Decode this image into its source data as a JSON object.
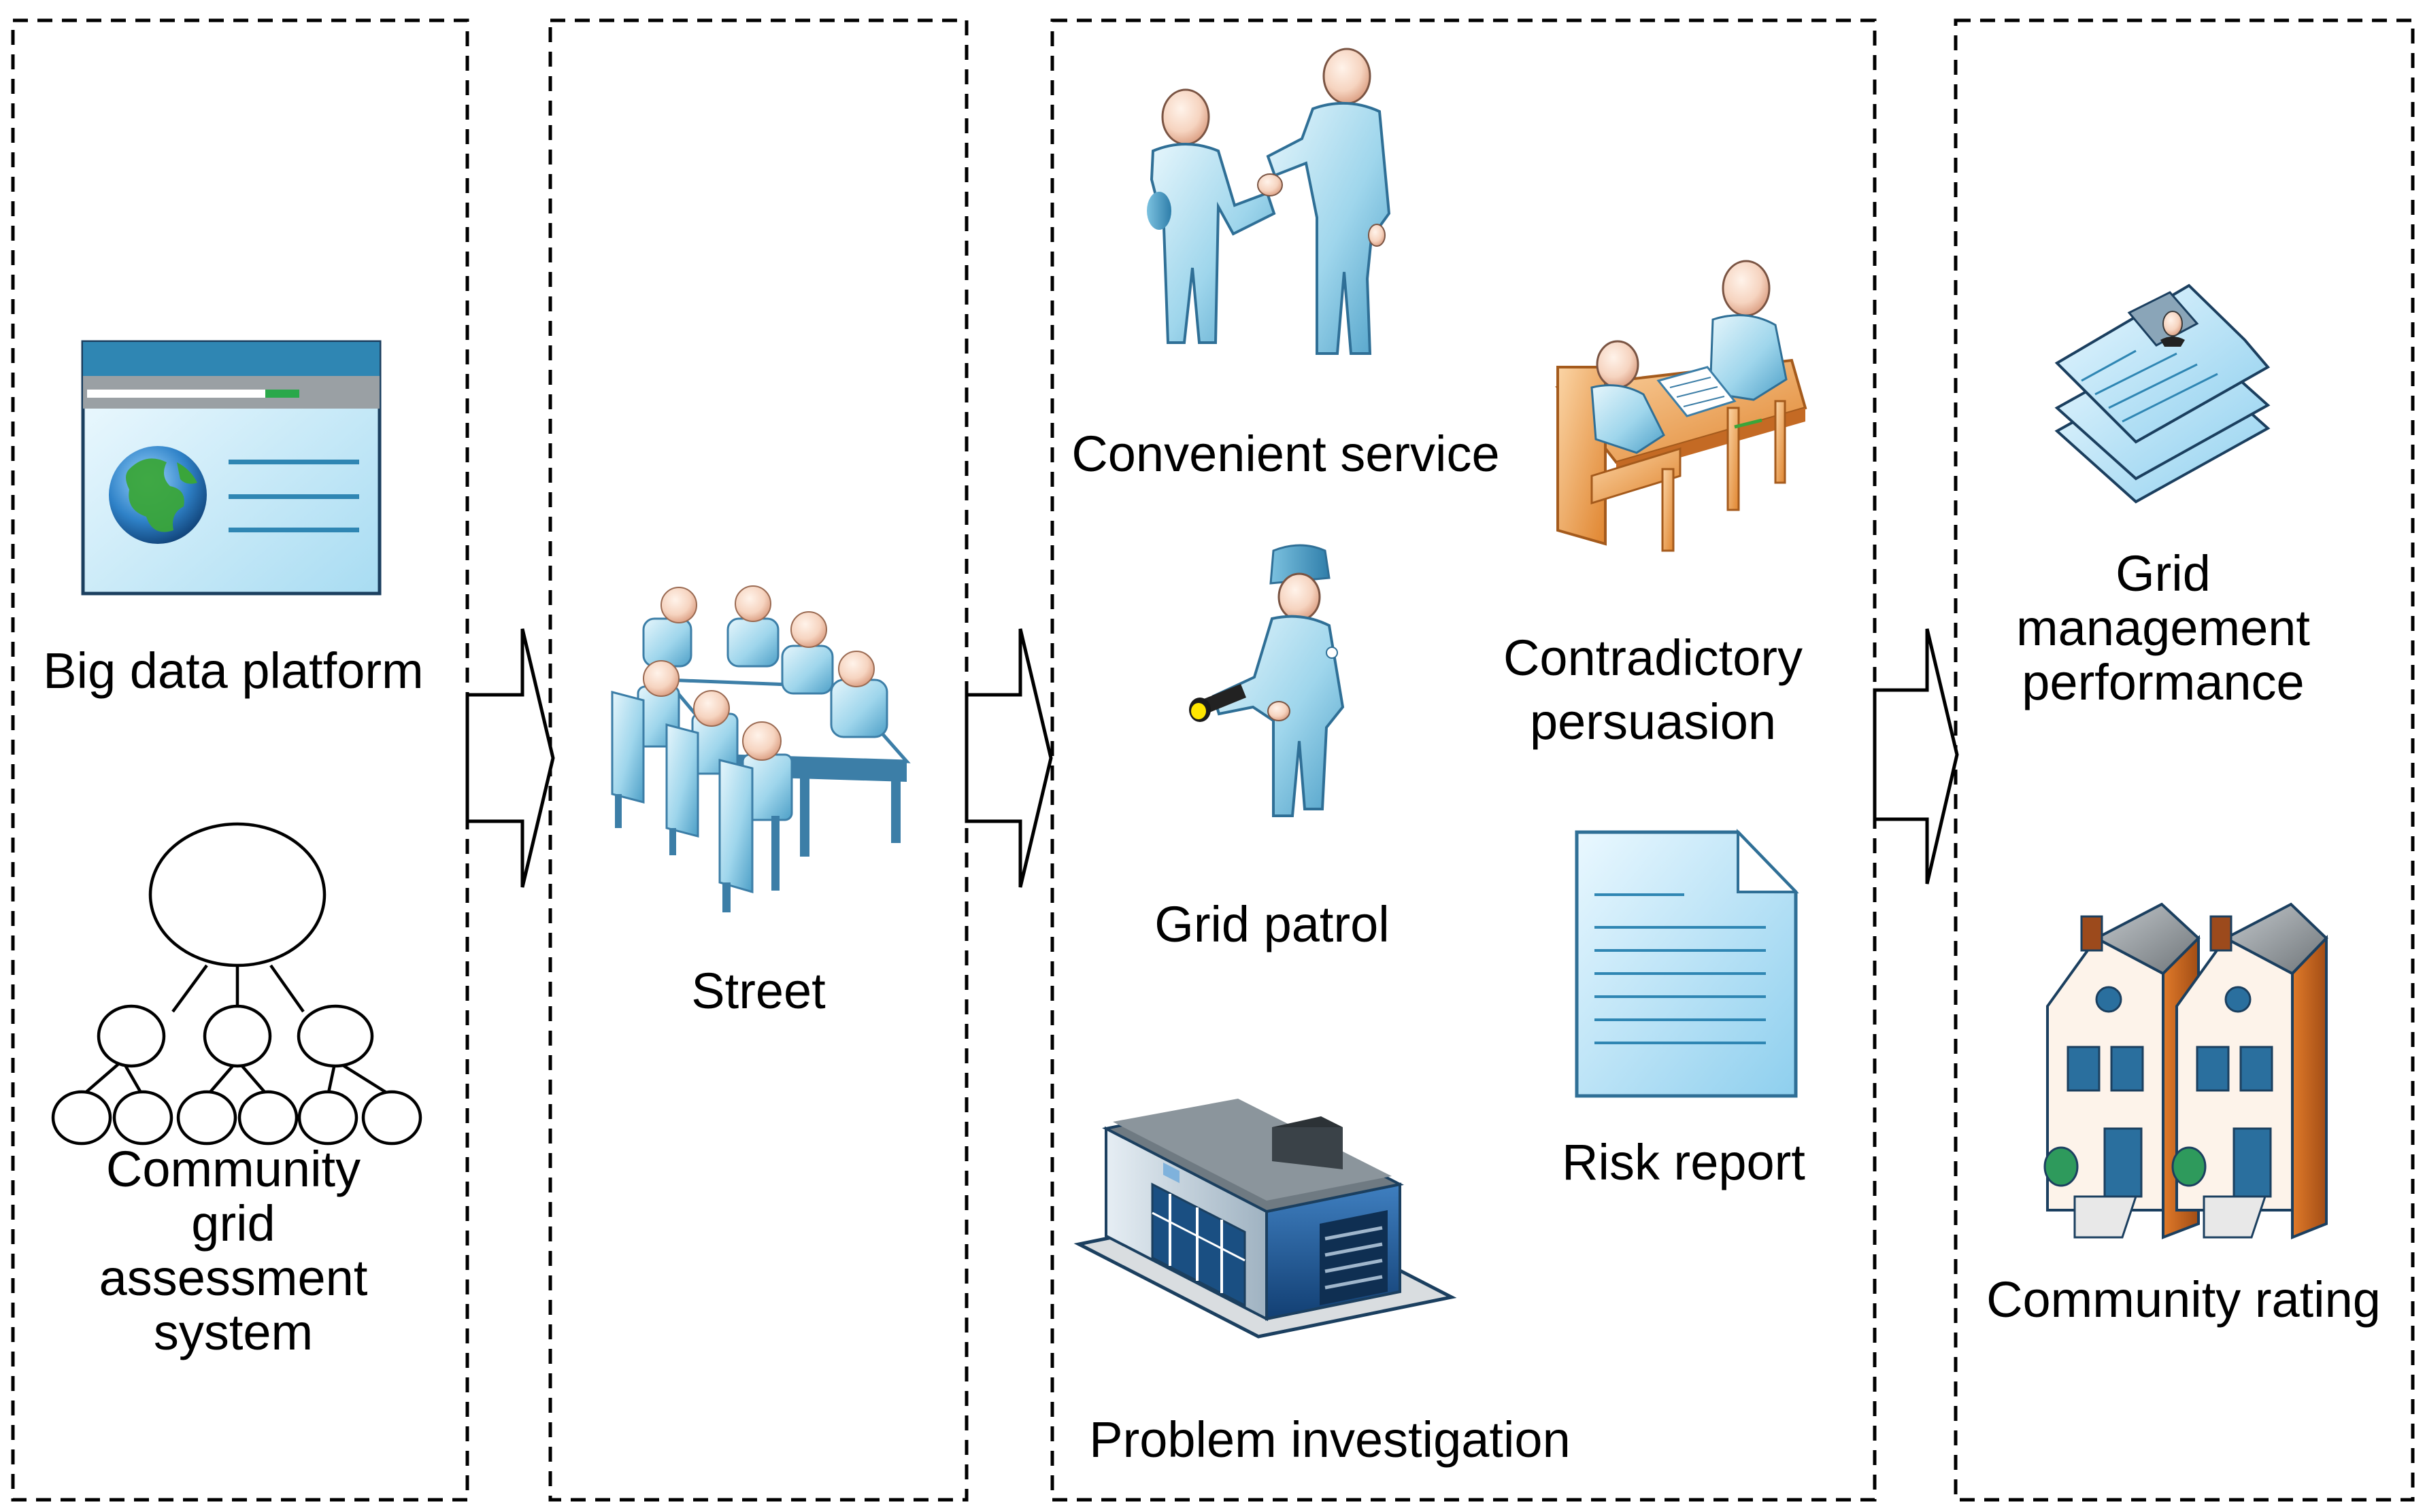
{
  "panels": {
    "sources": {
      "big_data_platform": "Big data platform",
      "community_grid_assessment_system": [
        "Community",
        "grid",
        "assessment",
        "system"
      ]
    },
    "street": {
      "label": "Street"
    },
    "actions": {
      "convenient_service": "Convenient service",
      "contradictory_persuasion": [
        "Contradictory",
        "persuasion"
      ],
      "grid_patrol": "Grid patrol",
      "risk_report": "Risk report",
      "problem_investigation": "Problem investigation"
    },
    "outcomes": {
      "grid_management_performance": [
        "Grid",
        "management",
        "performance"
      ],
      "community_rating": "Community rating"
    }
  },
  "colors": {
    "frame": "#000000",
    "figure_light": "#d6eef8",
    "figure_mid": "#8ccbe6",
    "figure_dark": "#3f8fb8",
    "skin": "#f6d7c6",
    "desk_orange": "#e99a45",
    "house_brick": "#c7651f",
    "roof_gray": "#8f9599",
    "window_blue": "#2a6f9e",
    "globe_green": "#3aa53a"
  }
}
